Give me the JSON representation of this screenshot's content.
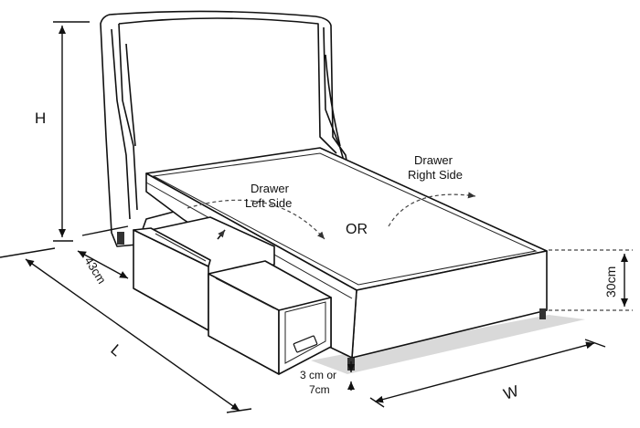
{
  "labels": {
    "height": "H",
    "depth_43": "43cm",
    "length": "L",
    "width": "W",
    "height_30": "30cm",
    "clearance_line1": "3 cm or",
    "clearance_line2": "7cm",
    "drawer_left_line1": "Drawer",
    "drawer_left_line2": "Left Side",
    "drawer_right_line1": "Drawer",
    "drawer_right_line2": "Right Side",
    "or": "OR"
  }
}
